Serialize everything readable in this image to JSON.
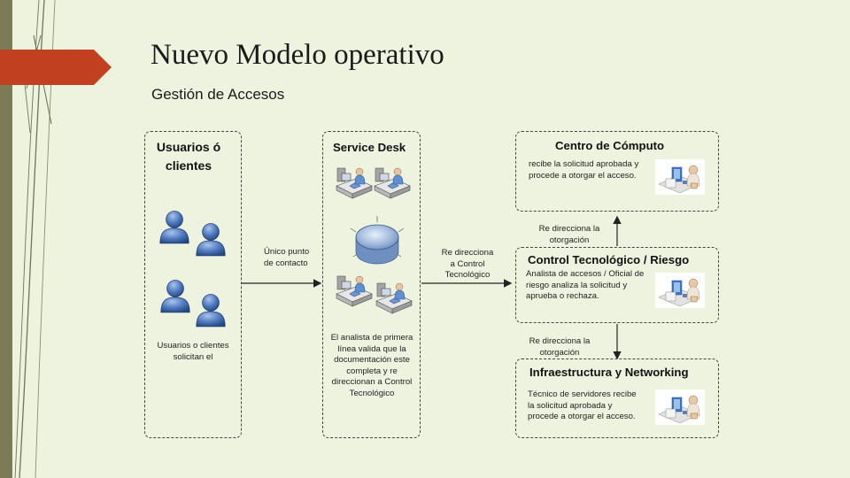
{
  "slide": {
    "title": "Nuevo Modelo operativo",
    "subtitle": "Gestión de Accesos"
  },
  "lanes": {
    "clients": {
      "title": "Usuarios ó clientes",
      "caption": "Usuarios o clientes solicitan el"
    },
    "service_desk": {
      "title": "Service Desk",
      "contact_label": "Único punto de contacto",
      "analyst_note": "El analista de primera línea valida que la documentación este completa y re direccionan a Control Tecnológico",
      "redirect_note": "Re direcciona a Control Tecnológico"
    },
    "right_column": {
      "computo": {
        "title": "Centro de Cómputo",
        "note": "recibe la solicitud aprobada y procede a otorgar el acceso."
      },
      "redirect_to_computo": "Re direcciona la otorgación",
      "control": {
        "title": "Control Tecnológico / Riesgo",
        "note": "Analista de accesos / Oficial de riesgo analiza la solicitud y aprueba o rechaza."
      },
      "redirect_to_infra": "Re direcciona la otorgación",
      "infra": {
        "title": "Infraestructura y Networking",
        "note": "Técnico de servidores recibe la solicitud aprobada y procede a otorgar el acceso."
      }
    }
  },
  "icons": {
    "user": "user-silhouette-icon",
    "operator": "desk-operator-icon",
    "database": "database-disk-icon",
    "technician": "technician-workstation-icon"
  },
  "colors": {
    "background": "#eef3df",
    "accent_arrow": "#c0401f",
    "left_band": "#7c7b57",
    "user_icon": "#4a74b8",
    "box_border": "#444444"
  }
}
